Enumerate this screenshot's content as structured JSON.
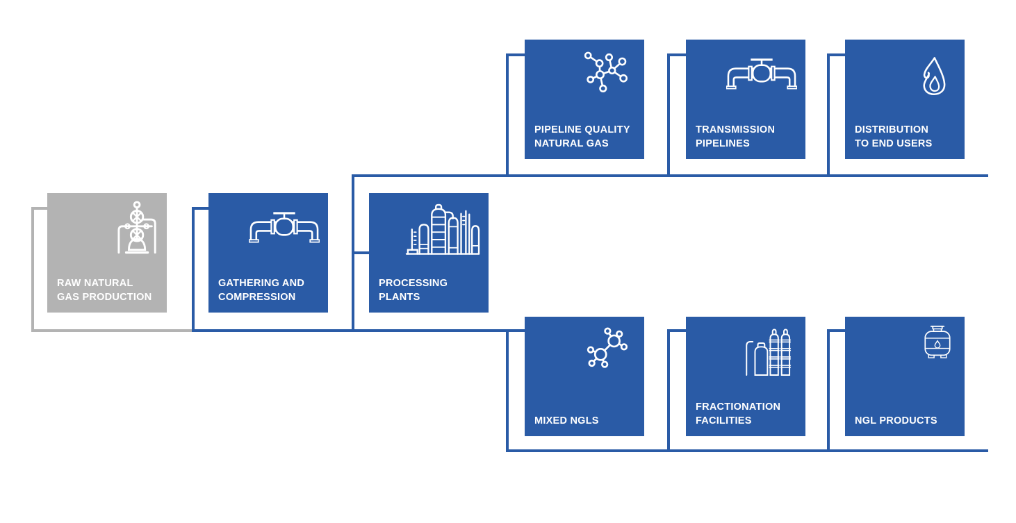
{
  "diagram": {
    "description": "Natural gas processing flow diagram",
    "colors": {
      "primary_blue": "#2a5ba6",
      "gray": "#b3b3b3",
      "label_text": "#ffffff",
      "background": "#ffffff"
    },
    "nodes": [
      {
        "id": "raw-natural-gas-production",
        "label_line1": "RAW NATURAL",
        "label_line2": "GAS PRODUCTION",
        "icon": "wellhead-icon",
        "color": "gray"
      },
      {
        "id": "gathering-and-compression",
        "label_line1": "GATHERING AND",
        "label_line2": "COMPRESSION",
        "icon": "pipeline-valve-icon",
        "color": "blue"
      },
      {
        "id": "processing-plants",
        "label_line1": "PROCESSING",
        "label_line2": "PLANTS",
        "icon": "refinery-icon",
        "color": "blue"
      },
      {
        "id": "pipeline-quality-natural-gas",
        "label_line1": "PIPELINE QUALITY",
        "label_line2": "NATURAL GAS",
        "icon": "molecule-network-icon",
        "color": "blue"
      },
      {
        "id": "transmission-pipelines",
        "label_line1": "TRANSMISSION",
        "label_line2": "PIPELINES",
        "icon": "pipeline-valve-icon",
        "color": "blue"
      },
      {
        "id": "distribution-to-end-users",
        "label_line1": "DISTRIBUTION",
        "label_line2": "TO END USERS",
        "icon": "flame-icon",
        "color": "blue"
      },
      {
        "id": "mixed-ngls",
        "label_line1": "MIXED NGLS",
        "label_line2": "",
        "icon": "molecule-icon",
        "color": "blue"
      },
      {
        "id": "fractionation-facilities",
        "label_line1": "FRACTIONATION",
        "label_line2": "FACILITIES",
        "icon": "fractionation-towers-icon",
        "color": "blue"
      },
      {
        "id": "ngl-products",
        "label_line1": "NGL PRODUCTS",
        "label_line2": "",
        "icon": "gas-cylinder-icon",
        "color": "blue"
      }
    ],
    "connections": [
      {
        "from": "raw-natural-gas-production",
        "to": "gathering-and-compression"
      },
      {
        "from": "gathering-and-compression",
        "to": "processing-plants"
      },
      {
        "from": "processing-plants",
        "to": "pipeline-quality-natural-gas"
      },
      {
        "from": "pipeline-quality-natural-gas",
        "to": "transmission-pipelines"
      },
      {
        "from": "transmission-pipelines",
        "to": "distribution-to-end-users"
      },
      {
        "from": "processing-plants",
        "to": "mixed-ngls"
      },
      {
        "from": "mixed-ngls",
        "to": "fractionation-facilities"
      },
      {
        "from": "fractionation-facilities",
        "to": "ngl-products"
      }
    ]
  }
}
